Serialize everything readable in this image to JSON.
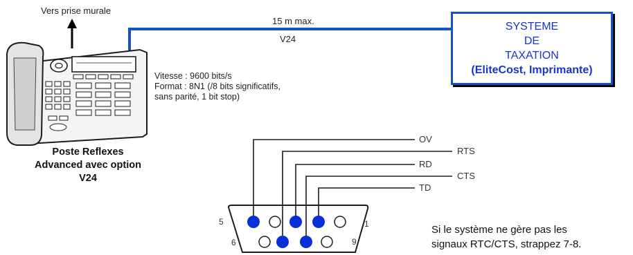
{
  "wall_label": "Vers prise murale",
  "cable": {
    "length_label": "15 m max.",
    "interface_label": "V24"
  },
  "system_box": {
    "lines": [
      "SYSTEME",
      "DE",
      "TAXATION",
      "(EliteCost, Imprimante)"
    ]
  },
  "specs": {
    "line1": "Vitesse : 9600 bits/s",
    "line2": "Format : 8N1 (/8 bits significatifs,",
    "line3": "sans parité, 1 bit stop)"
  },
  "phone_caption": {
    "line1": "Poste Reflexes",
    "line2": "Advanced avec option",
    "line3": "V24"
  },
  "signals": [
    "OV",
    "RTS",
    "RD",
    "CTS",
    "TD"
  ],
  "pin_labels": {
    "top_left": "5",
    "top_right": "1",
    "bottom_left": "6",
    "bottom_right": "9"
  },
  "note": {
    "line1": "Si le système ne gère pas les",
    "line2": "signaux RTC/CTS, strappez 7-8."
  },
  "colors": {
    "cable": "#1252c4",
    "system_text": "#1a33cc",
    "pin_filled": "#0a2fd6"
  }
}
